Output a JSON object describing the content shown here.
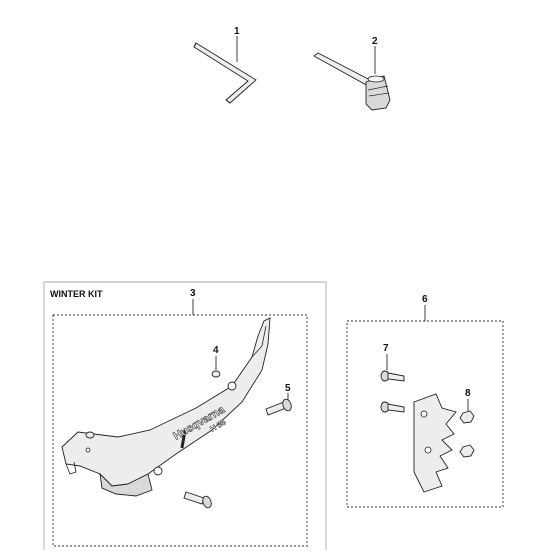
{
  "callouts": {
    "c1": "1",
    "c2": "2",
    "c3": "3",
    "c4": "4",
    "c5": "5",
    "c6": "6",
    "c7": "7",
    "c8": "8"
  },
  "winter_kit": {
    "title": "WINTER KIT"
  },
  "brand": {
    "logo_text": "Husqvarna",
    "model_text": "H 35"
  }
}
